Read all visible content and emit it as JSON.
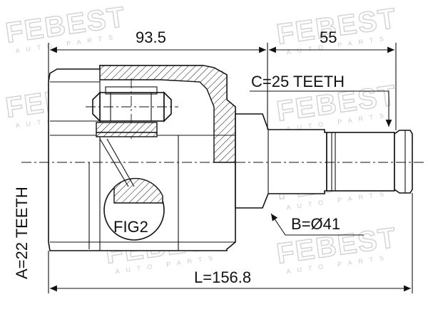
{
  "watermark": {
    "brand": "FEBEST",
    "sub": "AUTO PARTS"
  },
  "dimensions": {
    "housing_length": "93.5",
    "shaft_length": "55",
    "total_length": "L=156.8",
    "spline_c": "C=25 TEETH",
    "spline_a": "A=22 TEETH",
    "diameter_b": "B=Ø41",
    "figure_label": "FIG2"
  }
}
